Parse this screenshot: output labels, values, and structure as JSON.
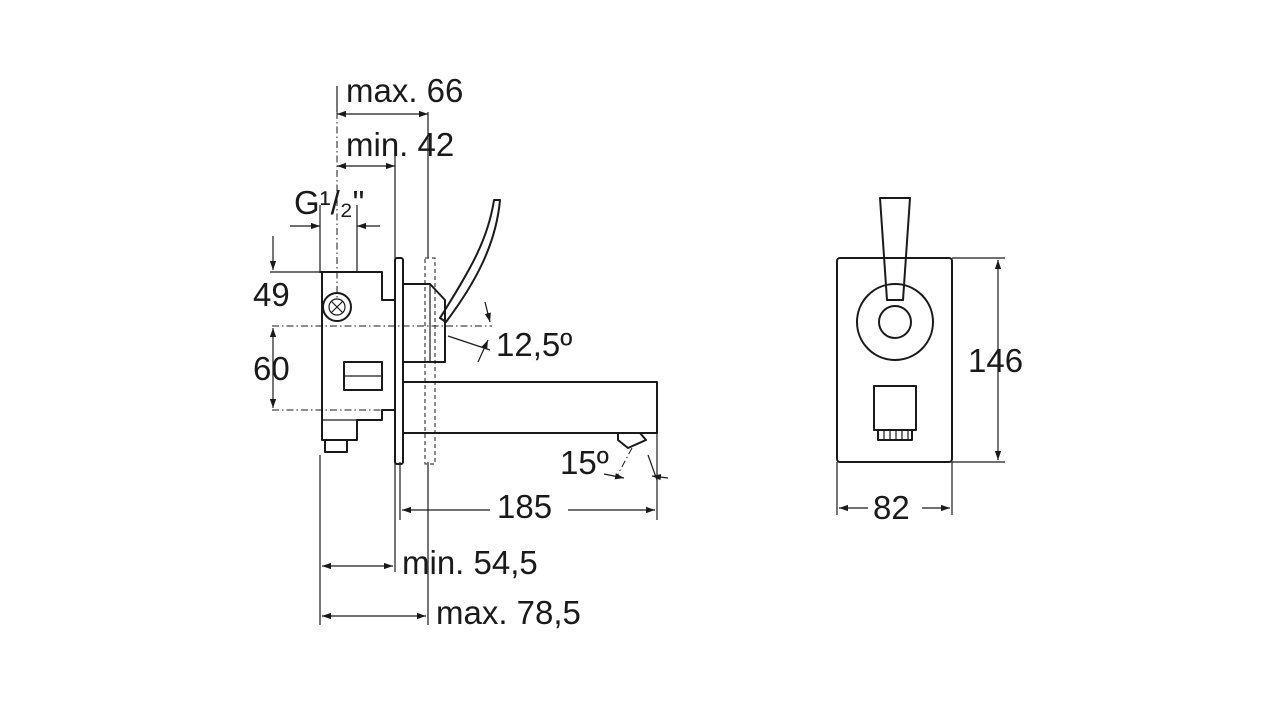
{
  "side_view": {
    "dim_max_66": "max. 66",
    "dim_min_42": "min. 42",
    "dim_thread": "G¹/₂\"",
    "dim_49": "49",
    "dim_60": "60",
    "dim_angle_lever": "12,5º",
    "dim_angle_spout": "15º",
    "dim_185": "185",
    "dim_min_54_5": "min. 54,5",
    "dim_max_78_5": "max. 78,5"
  },
  "front_view": {
    "dim_height": "146",
    "dim_width": "82"
  }
}
